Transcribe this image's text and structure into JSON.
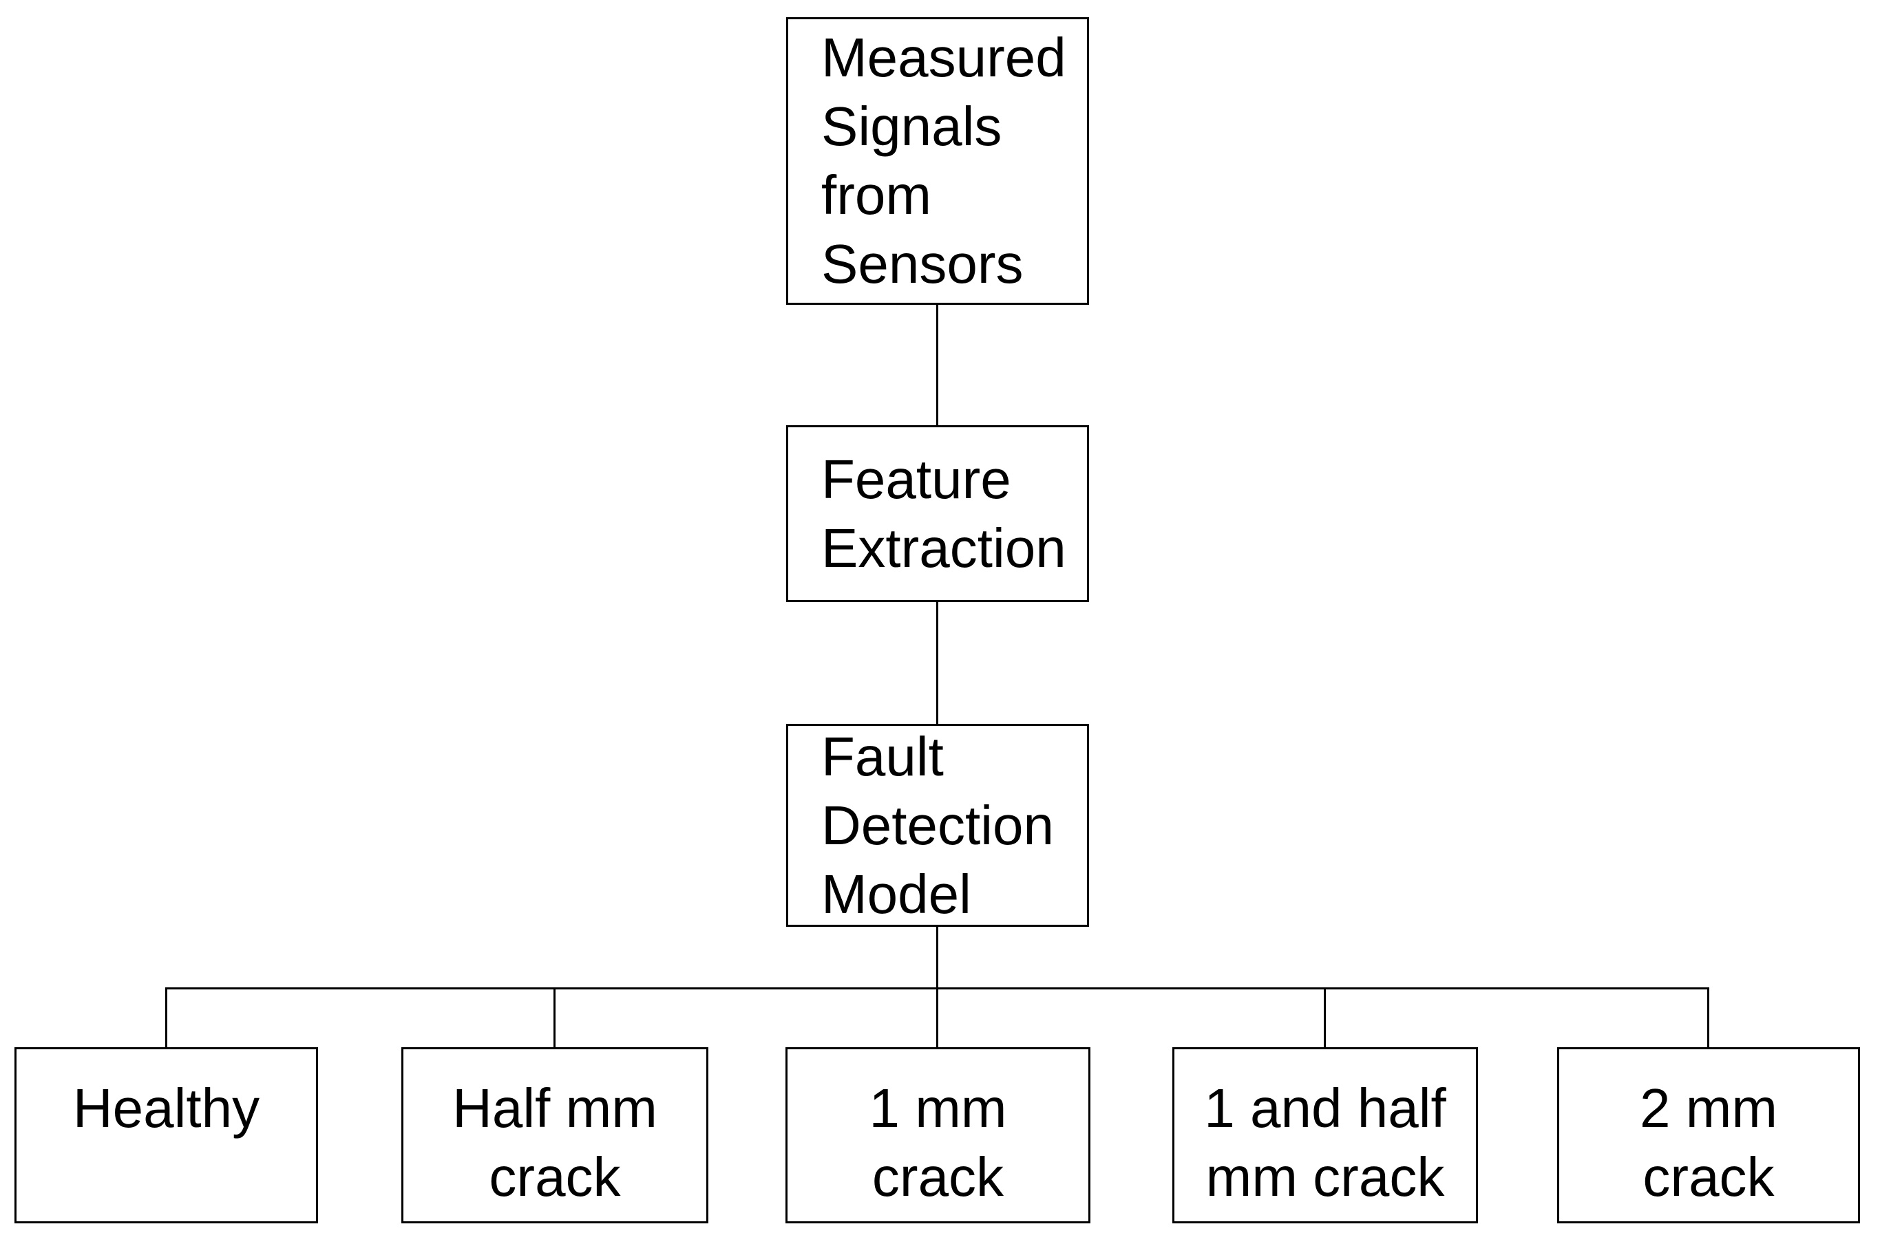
{
  "diagram_type": "flowchart",
  "colors": {
    "background": "#ffffff",
    "line": "#000000",
    "text": "#000000"
  },
  "boxes": {
    "measured_signals": {
      "label": "Measured Signals from Sensors",
      "lines": [
        "Measured",
        "Signals",
        "from",
        "Sensors"
      ]
    },
    "feature_extraction": {
      "label": "Feature Extraction",
      "lines": [
        "Feature",
        "Extraction"
      ]
    },
    "fault_detection_model": {
      "label": "Fault Detection Model",
      "lines": [
        "Fault",
        "Detection",
        "Model"
      ]
    },
    "healthy": {
      "label": "Healthy",
      "lines": [
        "Healthy"
      ]
    },
    "half_mm_crack": {
      "label": "Half mm crack",
      "lines": [
        "Half mm",
        "crack"
      ]
    },
    "one_mm_crack": {
      "label": "1 mm crack",
      "lines": [
        "1 mm",
        "crack"
      ]
    },
    "one_and_half_mm_crack": {
      "label": "1 and half mm crack",
      "lines": [
        "1 and half",
        "mm crack"
      ]
    },
    "two_mm_crack": {
      "label": "2 mm crack",
      "lines": [
        "2 mm",
        "crack"
      ]
    }
  },
  "edges": [
    {
      "from": "measured_signals",
      "to": "feature_extraction"
    },
    {
      "from": "feature_extraction",
      "to": "fault_detection_model"
    },
    {
      "from": "fault_detection_model",
      "to": "healthy"
    },
    {
      "from": "fault_detection_model",
      "to": "half_mm_crack"
    },
    {
      "from": "fault_detection_model",
      "to": "one_mm_crack"
    },
    {
      "from": "fault_detection_model",
      "to": "one_and_half_mm_crack"
    },
    {
      "from": "fault_detection_model",
      "to": "two_mm_crack"
    }
  ]
}
